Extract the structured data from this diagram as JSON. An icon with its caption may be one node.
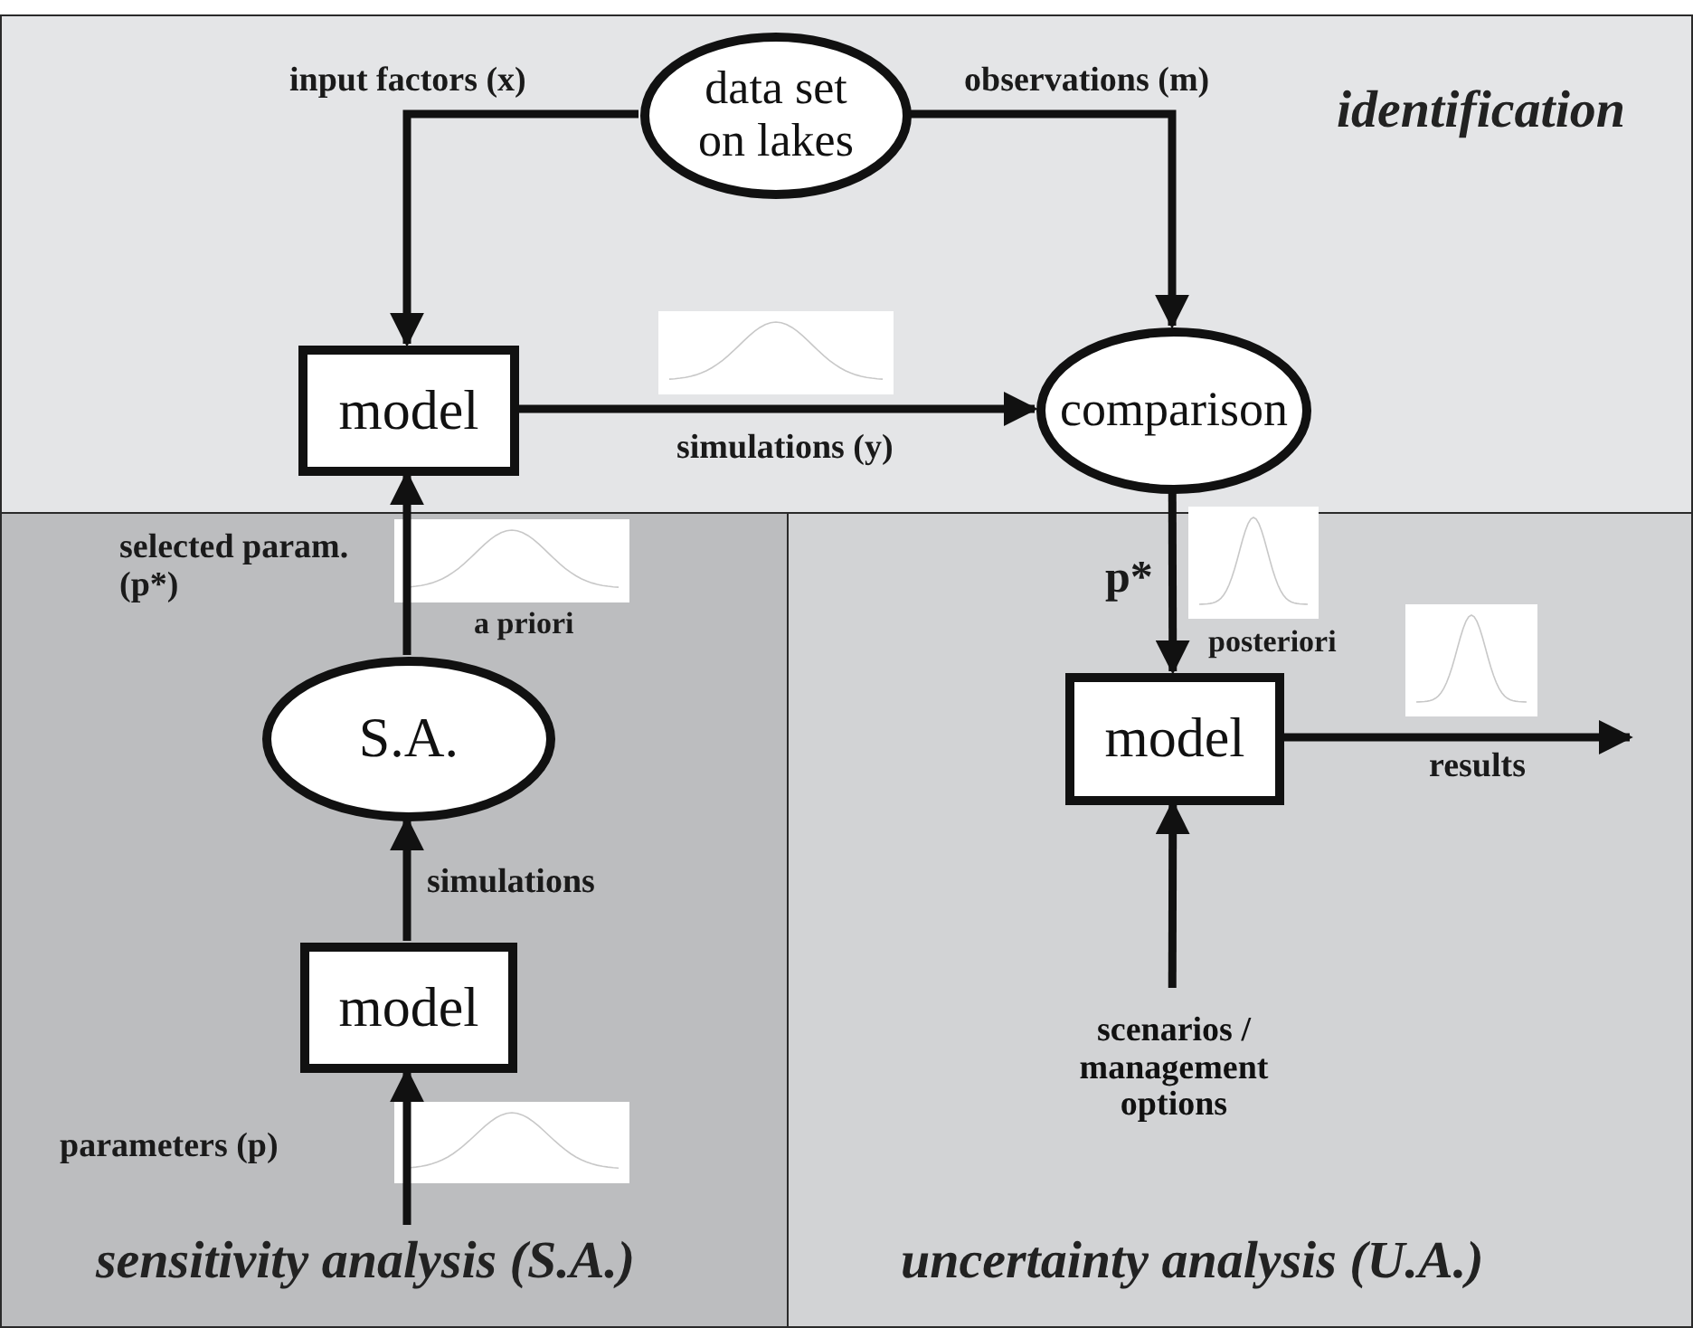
{
  "diagram": {
    "nodes": [
      {
        "text": [
          "identification"
        ]
      },
      {
        "text": [
          "sensitivity analysis (S.A.)"
        ]
      },
      {
        "text": [
          "uncertainty analysis (U.A.)"
        ]
      },
      {
        "text": [
          "data set on lakes"
        ],
        "in": 0
      },
      {
        "text": [
          "model"
        ],
        "in": 0
      },
      {
        "text": [
          "comparison"
        ],
        "in": 0
      },
      {
        "text": [
          "S.A."
        ],
        "in": 1
      },
      {
        "text": [
          "model"
        ],
        "in": 1
      },
      {
        "text": [
          "model"
        ],
        "in": 2
      },
      {
        "text": [
          "scenarios / management options"
        ],
        "in": 2
      }
    ],
    "edges": [
      {
        "from": 3,
        "to": 4,
        "arrow": "to",
        "label": "input factors (x)"
      },
      {
        "from": 3,
        "to": 5,
        "arrow": "to",
        "label": "observations (m)"
      },
      {
        "from": 4,
        "to": 5,
        "arrow": "to",
        "label": "simulations (y)"
      },
      {
        "from": 5,
        "to": 8,
        "arrow": "to",
        "label": "p*"
      },
      {
        "from": 6,
        "to": 4,
        "arrow": "to",
        "label": "selected param. (p*)"
      },
      {
        "from": 7,
        "to": 6,
        "arrow": "to",
        "label": "simulations"
      },
      {
        "from": null,
        "to": 7,
        "arrow": "to",
        "label": "parameters (p)"
      },
      {
        "from": 9,
        "to": 8,
        "arrow": "to"
      },
      {
        "from": 8,
        "to": null,
        "arrow": "to",
        "label": "results"
      }
    ],
    "labels": [
      "a priori",
      "posteriori"
    ]
  }
}
